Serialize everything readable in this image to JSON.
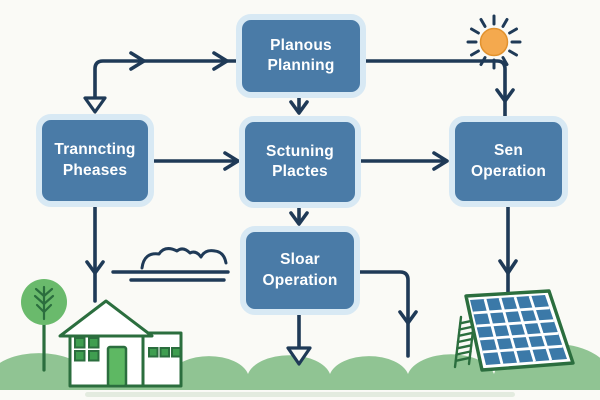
{
  "diagram": {
    "nodes": [
      {
        "id": "planous-planning",
        "line1": "Planous",
        "line2": "Planning"
      },
      {
        "id": "tranncting-pheases",
        "line1": "Tranncting",
        "line2": "Pheases"
      },
      {
        "id": "sctuning-plactes",
        "line1": "Sctuning",
        "line2": "Plactes"
      },
      {
        "id": "sen-operation",
        "line1": "Sen",
        "line2": "Operation"
      },
      {
        "id": "sloar-operation",
        "line1": "Sloar",
        "line2": "Operation"
      }
    ],
    "edges": [
      {
        "from": "tranncting-pheases",
        "to": "planous-planning",
        "arrowhead": "chevron-right"
      },
      {
        "from": "planous-planning",
        "to": "tranncting-pheases",
        "arrowhead": "open-triangle-down"
      },
      {
        "from": "planous-planning",
        "to": "sctuning-plactes",
        "arrowhead": "chevron-down"
      },
      {
        "from": "planous-planning",
        "to": "sen-operation",
        "arrowhead": "chevron-down"
      },
      {
        "from": "tranncting-pheases",
        "to": "sctuning-plactes",
        "arrowhead": "chevron-right"
      },
      {
        "from": "sctuning-plactes",
        "to": "sen-operation",
        "arrowhead": "chevron-right"
      },
      {
        "from": "sctuning-plactes",
        "to": "sloar-operation",
        "arrowhead": "chevron-down"
      },
      {
        "from": "tranncting-pheases",
        "to": "house",
        "arrowhead": "chevron-down"
      },
      {
        "from": "sloar-operation",
        "to": "ground",
        "arrowhead": "open-triangle-down"
      },
      {
        "from": "sloar-operation",
        "to": "ground-right",
        "arrowhead": "chevron-down"
      },
      {
        "from": "sen-operation",
        "to": "solar-panel",
        "arrowhead": "chevron-down"
      }
    ]
  },
  "icons": {
    "sun": "sun-icon",
    "cloud": "cloud-icon",
    "wind": "wind-lines-icon",
    "tree": "tree-icon",
    "house": "house-icon",
    "ladder": "ladder-icon",
    "solar_panel": "solar-panel-icon",
    "grass": "grass-ground"
  },
  "colors": {
    "bg": "#fafaf6",
    "node_fill": "#4a7ba7",
    "node_halo": "#d8e9f4",
    "node_text": "#ffffff",
    "line": "#1f3a57",
    "sun_fill": "#f4a94e",
    "sun_edge": "#e2922e",
    "green_dark": "#2b6e3e",
    "tree_fill": "#6aba6c",
    "door_fill": "#5eb863",
    "window_fill": "#3f9e50",
    "grass_fill": "#90c493",
    "ground_strip": "#e3ebdf",
    "panel_cell": "#3b79a8"
  }
}
